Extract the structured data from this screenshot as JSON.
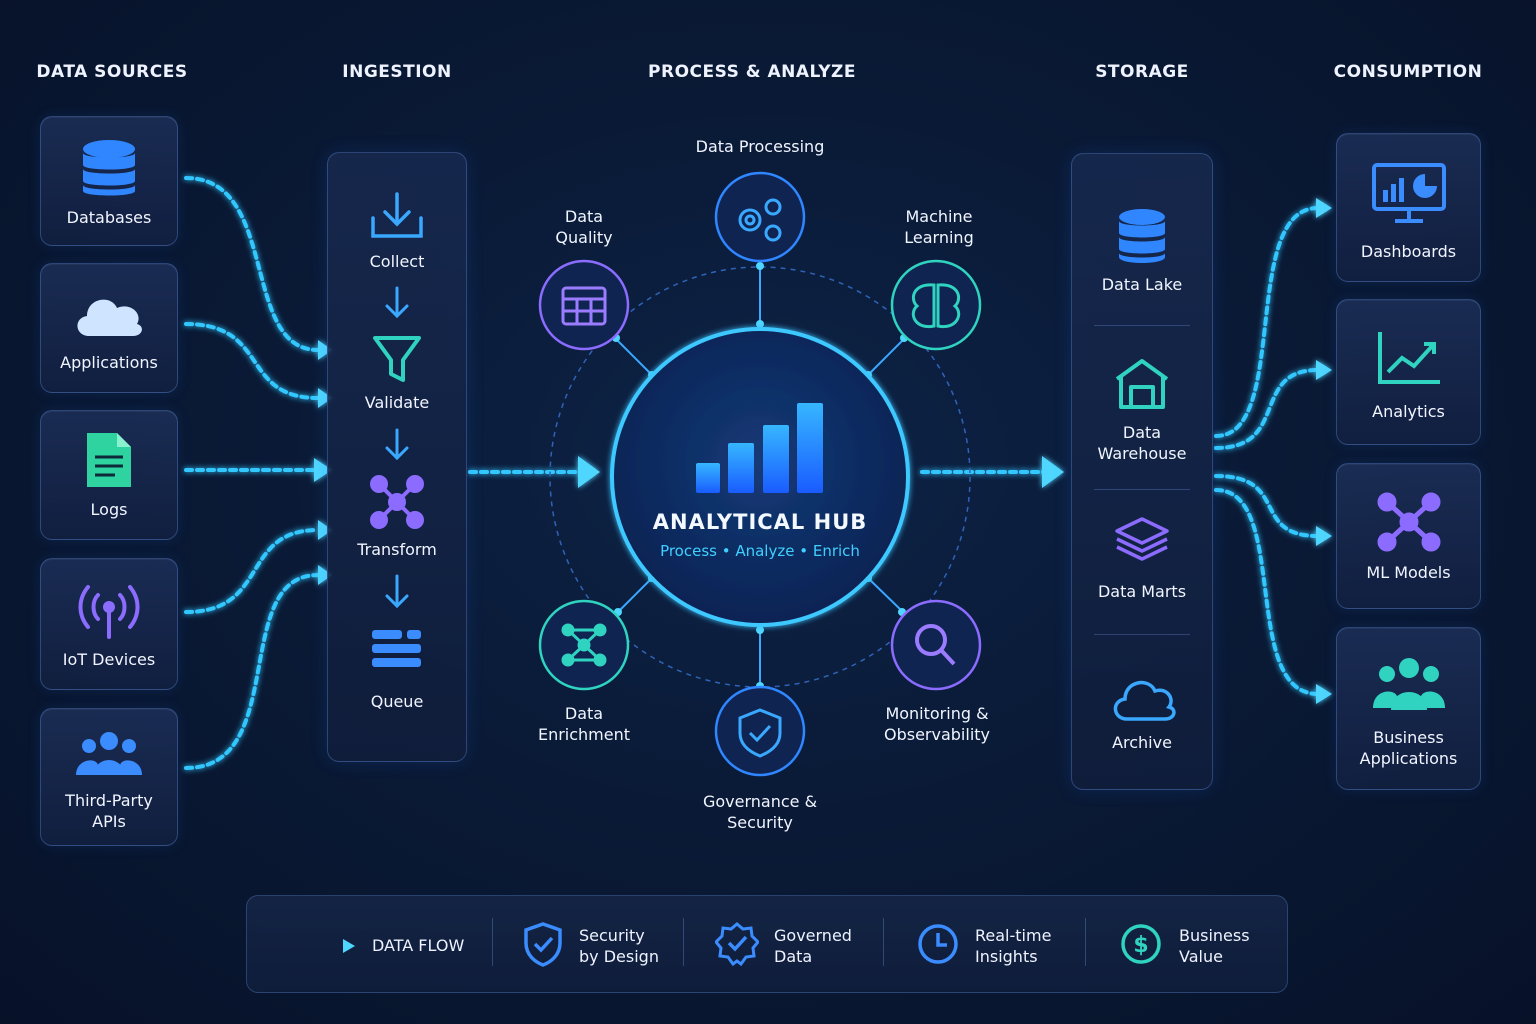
{
  "columns": {
    "sources": "DATA SOURCES",
    "ingestion": "INGESTION",
    "process": "PROCESS & ANALYZE",
    "storage": "STORAGE",
    "consumption": "CONSUMPTION"
  },
  "sources": [
    {
      "label": "Databases",
      "icon": "database-icon"
    },
    {
      "label": "Applications",
      "icon": "cloud-icon"
    },
    {
      "label": "Logs",
      "icon": "document-icon"
    },
    {
      "label": "IoT Devices",
      "icon": "antenna-icon"
    },
    {
      "label": "Third-Party",
      "label2": "APIs",
      "icon": "users-icon"
    }
  ],
  "ingestion": {
    "steps": [
      "Collect",
      "Validate",
      "Transform",
      "Queue"
    ]
  },
  "hub": {
    "title": "ANALYTICAL HUB",
    "subtitle": "Process • Analyze • Enrich"
  },
  "nodes": {
    "processing": "Data Processing",
    "quality": [
      "Data",
      "Quality"
    ],
    "ml": [
      "Machine",
      "Learning"
    ],
    "enrichment": [
      "Data",
      "Enrichment"
    ],
    "governance": [
      "Governance &",
      "Security"
    ],
    "monitoring": [
      "Monitoring &",
      "Observability"
    ]
  },
  "storage": [
    {
      "label": "Data Lake"
    },
    {
      "label": "Data",
      "label2": "Warehouse"
    },
    {
      "label": "Data Marts"
    },
    {
      "label": "Archive"
    }
  ],
  "consumption": [
    {
      "label": "Dashboards"
    },
    {
      "label": "Analytics"
    },
    {
      "label": "ML Models"
    },
    {
      "label": "Business",
      "label2": "Applications"
    }
  ],
  "legend": {
    "flow": "DATA FLOW",
    "security": [
      "Security",
      "by Design"
    ],
    "governed": [
      "Governed",
      "Data"
    ],
    "realtime": [
      "Real-time",
      "Insights"
    ],
    "value": [
      "Business",
      "Value"
    ]
  },
  "colors": {
    "flow": "#33c8ff",
    "purple": "#8b6cff",
    "teal": "#2fd3c0",
    "blue": "#2f86ff"
  }
}
